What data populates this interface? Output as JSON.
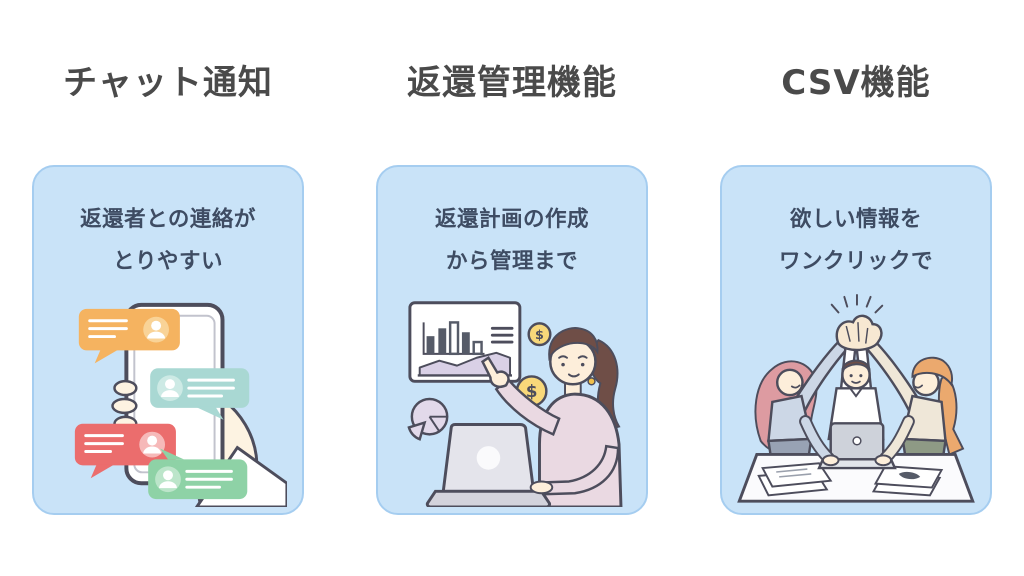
{
  "page": {
    "background": "#ffffff"
  },
  "palette": {
    "card_background": "#c9e3f8",
    "card_border": "#a5cdf0",
    "title_text": "#4a4a4a",
    "card_text": "#3e4c63",
    "outline": "#4d4d5c",
    "bubble_orange": "#f5b360",
    "bubble_teal": "#a9d8d3",
    "bubble_red": "#eb6d6d",
    "bubble_green": "#8ed2a6",
    "coin_yellow": "#f8d87a",
    "skin_ivory": "#fdeeda"
  },
  "columns": [
    {
      "title": "チャット通知",
      "description": [
        "返還者との連絡が",
        "とりやすい"
      ],
      "illustration": "hand-holding-smartphone-with-chat-notification-bubbles"
    },
    {
      "title": "返還管理機能",
      "description": [
        "返還計画の作成",
        "から管理まで"
      ],
      "illustration": "woman-at-laptop-pointing-at-charts-and-coins"
    },
    {
      "title": "CSV機能",
      "description": [
        "欲しい情報を",
        "ワンクリックで"
      ],
      "illustration": "team-high-five-over-meeting-table"
    }
  ]
}
